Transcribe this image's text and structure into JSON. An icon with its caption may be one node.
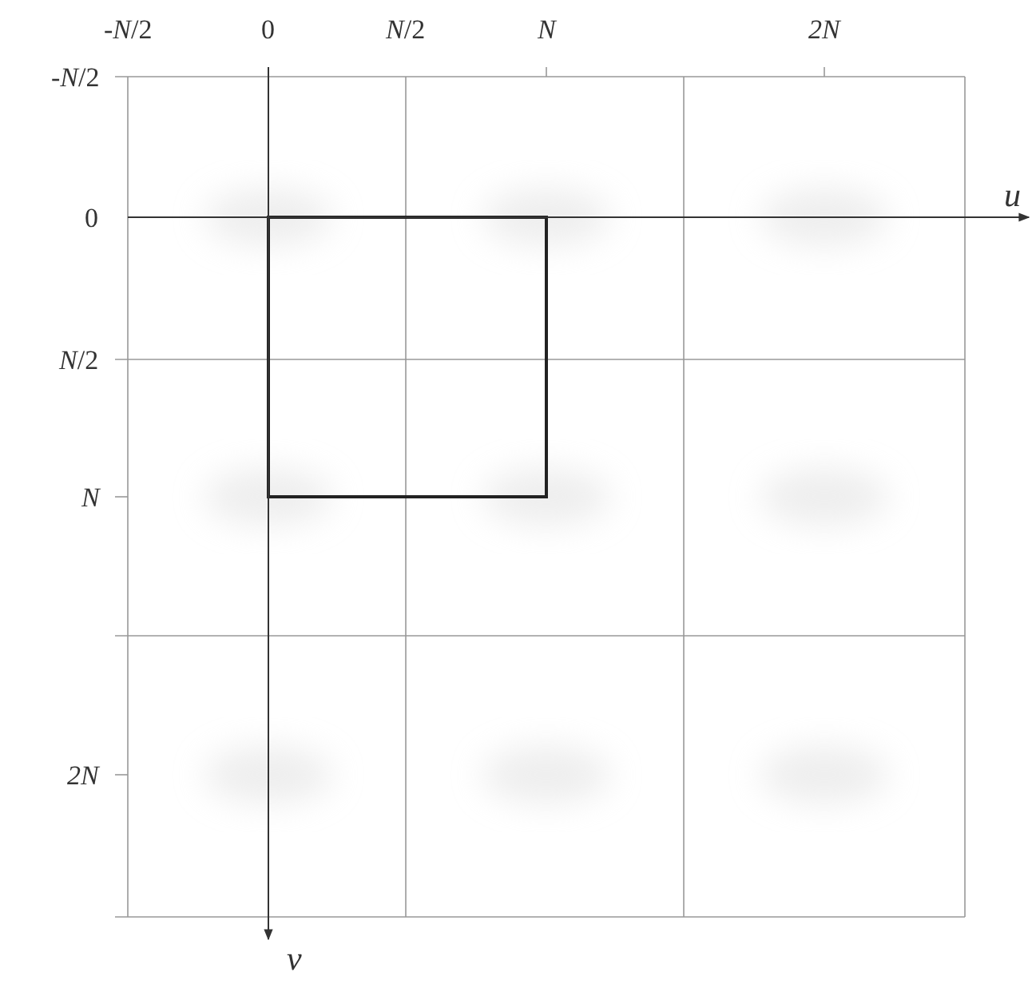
{
  "diagram": {
    "labels": [
      "-*N*/2",
      "0",
      "*N*/2",
      "*N*",
      "2N",
      "-*N*/2",
      "0",
      "*N*/2",
      "*N*",
      "2N",
      "u",
      "v"
    ]
  }
}
